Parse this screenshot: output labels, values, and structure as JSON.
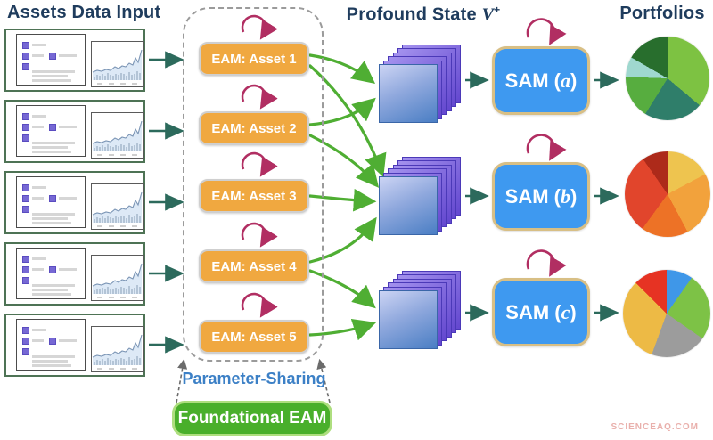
{
  "titles": {
    "left": "Assets Data Input",
    "center_prefix": "Profound State ",
    "center_var": "V",
    "center_sup": "+",
    "right": "Portfolios"
  },
  "inputs": {
    "items": [
      {
        "name": "asset-1-data"
      },
      {
        "name": "asset-2-data"
      },
      {
        "name": "asset-3-data"
      },
      {
        "name": "asset-4-data"
      },
      {
        "name": "asset-5-data"
      }
    ]
  },
  "eam": {
    "items": [
      {
        "label": "EAM: Asset 1"
      },
      {
        "label": "EAM: Asset 2"
      },
      {
        "label": "EAM: Asset 3"
      },
      {
        "label": "EAM: Asset 4"
      },
      {
        "label": "EAM: Asset 5"
      }
    ]
  },
  "sam": {
    "items": [
      {
        "prefix": "SAM (",
        "letter": "a",
        "suffix": ")"
      },
      {
        "prefix": "SAM (",
        "letter": "b",
        "suffix": ")"
      },
      {
        "prefix": "SAM (",
        "letter": "c",
        "suffix": ")"
      }
    ]
  },
  "parameter_sharing": {
    "label": "Parameter-Sharing"
  },
  "foundational": {
    "label": "Foundational EAM"
  },
  "watermark": "SCIENCEAQ.COM",
  "colors": {
    "heading": "#1f3c5d",
    "eam_fill": "#f0a840",
    "sam_fill": "#3e99f0",
    "foundational_fill": "#49af2b",
    "self_loop": "#b12e62",
    "green_arrow": "#4fae33",
    "teal_arrow": "#2c6a5c",
    "parameter_label": "#3c80c6"
  },
  "chart_data": [
    {
      "type": "pie",
      "title": "portfolio-a",
      "legend_position": "none",
      "slices": [
        {
          "label": "light-green",
          "deg": 130,
          "color": "#7dc242"
        },
        {
          "label": "dark-teal",
          "deg": 82,
          "color": "#2f7e6a"
        },
        {
          "label": "medium-green",
          "deg": 60,
          "color": "#57ad3f"
        },
        {
          "label": "pale-cyan",
          "deg": 28,
          "color": "#9fd8cf"
        },
        {
          "label": "dark-green",
          "deg": 60,
          "color": "#286e2d"
        }
      ]
    },
    {
      "type": "pie",
      "title": "portfolio-b",
      "legend_position": "none",
      "slices": [
        {
          "label": "gold",
          "deg": 62,
          "color": "#eec44f"
        },
        {
          "label": "orange",
          "deg": 90,
          "color": "#f2a23c"
        },
        {
          "label": "dark-orange",
          "deg": 64,
          "color": "#ed7226"
        },
        {
          "label": "red",
          "deg": 109,
          "color": "#e1452c"
        },
        {
          "label": "dark-red",
          "deg": 35,
          "color": "#ad2a1a"
        }
      ]
    },
    {
      "type": "pie",
      "title": "portfolio-c",
      "legend_position": "none",
      "slices": [
        {
          "label": "blue",
          "deg": 35,
          "color": "#3f97e8"
        },
        {
          "label": "green",
          "deg": 90,
          "color": "#7dc246"
        },
        {
          "label": "gray",
          "deg": 75,
          "color": "#9c9c9c"
        },
        {
          "label": "gold",
          "deg": 115,
          "color": "#edba45"
        },
        {
          "label": "red",
          "deg": 45,
          "color": "#e63323"
        }
      ]
    }
  ]
}
